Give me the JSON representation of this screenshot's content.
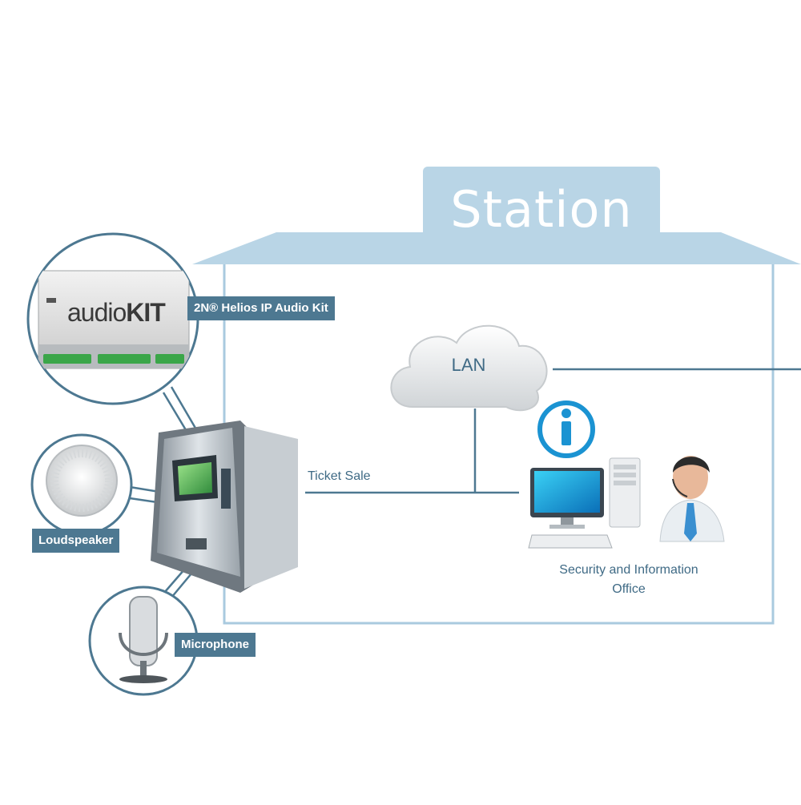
{
  "station": {
    "title": "Station"
  },
  "network": {
    "lan_label": "LAN"
  },
  "links": {
    "ticket_sale_label": "Ticket Sale"
  },
  "office": {
    "label_line1": "Security and Information",
    "label_line2": "Office"
  },
  "devices": {
    "audio_kit_label": "2N® Helios IP Audio Kit",
    "audio_kit_brand_light": "audio",
    "audio_kit_brand_bold": "KIT",
    "loudspeaker_label": "Loudspeaker",
    "microphone_label": "Microphone"
  },
  "icons": {
    "info": "info-icon",
    "cloud": "cloud-icon",
    "computer": "computer-icon",
    "operator": "operator-avatar-icon",
    "kiosk": "ticket-machine-icon",
    "speaker": "loudspeaker-icon",
    "mic": "microphone-icon",
    "audio_kit": "audio-kit-device-icon"
  },
  "colors": {
    "building_fill": "#b9d5e6",
    "building_line": "#8fb9d2",
    "link_line": "#4d7891",
    "label_box": "#4d7891",
    "info_icon": "#1b93d2"
  }
}
